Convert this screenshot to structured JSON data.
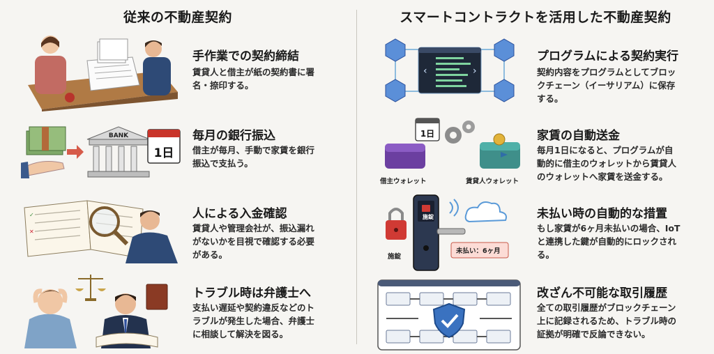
{
  "left": {
    "title": "従来の不動産契約",
    "items": [
      {
        "heading": "手作業での契約締結",
        "desc_lines": [
          "賃貸人と借主が紙の契約書に署",
          "名・捺印する。"
        ]
      },
      {
        "heading": "毎月の銀行振込",
        "desc_lines": [
          "借主が毎月、手動で家賃を銀行",
          "振込で支払う。"
        ]
      },
      {
        "heading": "人による入金確認",
        "desc_lines": [
          "賃貸人や管理会社が、振込漏れ",
          "がないかを目視で確認する必要",
          "がある。"
        ]
      },
      {
        "heading": "トラブル時は弁護士へ",
        "desc_lines": [
          "支払い遅延や契約違反などのト",
          "ラブルが発生した場合、弁護士",
          "に相談して解決を図る。"
        ]
      }
    ],
    "labels": {
      "bank": "BANK",
      "calendar": "1日"
    }
  },
  "right": {
    "title": "スマートコントラクトを活用した不動産契約",
    "items": [
      {
        "heading": "プログラムによる契約実行",
        "desc_lines": [
          "契約内容をプログラムとしてブロッ",
          "クチェーン（イーサリアム）に保存",
          "する。"
        ]
      },
      {
        "heading": "家賃の自動送金",
        "desc_lines": [
          "毎月1日になると、プログラムが自",
          "動的に借主のウォレットから賃貸人",
          "のウォレットへ家賃を送金する。"
        ]
      },
      {
        "heading": "未払い時の自動的な措置",
        "desc_lines": [
          "もし家賃が6ヶ月未払いの場合、IoT",
          "と連携した鍵が自動的にロックされ",
          "る。"
        ]
      },
      {
        "heading": "改ざん不可能な取引履歴",
        "desc_lines": [
          "全ての取引履歴がブロックチェーン",
          "上に記録されるため、トラブル時の",
          "証拠が明確で反論できない。"
        ]
      }
    ],
    "labels": {
      "calendar": "1日",
      "borrower_wallet": "借主ウォレット",
      "lender_wallet": "賃貸人ウォレット",
      "lock": "施錠",
      "lock_tag": "施錠",
      "unpaid": "未払い：6ヶ月"
    }
  }
}
